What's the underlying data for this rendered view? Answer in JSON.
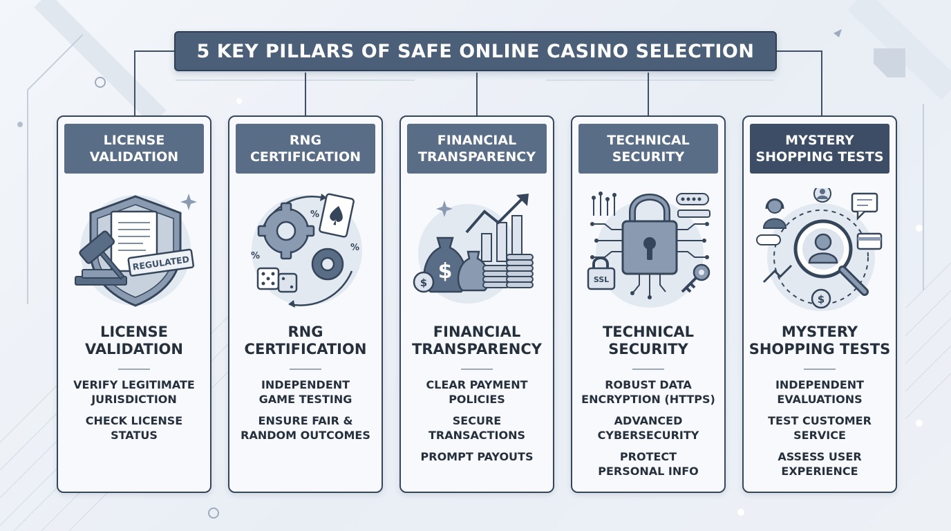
{
  "title": "5 KEY PILLARS OF SAFE ONLINE CASINO SELECTION",
  "colors": {
    "banner": "#4b5f78",
    "header": "#5a6d86",
    "header_dark": "#3c4d65",
    "outline": "#35455a",
    "icon_fill": "#8a9ab0",
    "icon_light": "#dde4ee",
    "background": "#eef2f7"
  },
  "pillars": [
    {
      "header": "LICENSE\nVALIDATION",
      "icon": "shield-gavel-regulated-icon",
      "badge": "REGULATED",
      "title": "LICENSE\nVALIDATION",
      "points": [
        "VERIFY LEGITIMATE\nJURISDICTION",
        "CHECK LICENSE\nSTATUS"
      ]
    },
    {
      "header": "RNG\nCERTIFICATION",
      "icon": "gears-cards-dice-icon",
      "title": "RNG\nCERTIFICATION",
      "points": [
        "INDEPENDENT\nGAME TESTING",
        "ENSURE FAIR &\nRANDOM OUTCOMES"
      ]
    },
    {
      "header": "FINANCIAL\nTRANSPARENCY",
      "icon": "money-bags-chart-icon",
      "title": "FINANCIAL\nTRANSPARENCY",
      "points": [
        "CLEAR PAYMENT\nPOLICIES",
        "SECURE\nTRANSACTIONS",
        "PROMPT PAYOUTS"
      ]
    },
    {
      "header": "TECHNICAL\nSECURITY",
      "icon": "padlock-circuit-icon",
      "badge": "SSL",
      "title": "TECHNICAL\nSECURITY",
      "points": [
        "ROBUST DATA\nENCRYPTION (HTTPS)",
        "ADVANCED\nCYBERSECURITY",
        "PROTECT\nPERSONAL INFO"
      ]
    },
    {
      "header": "MYSTERY\nSHOPPING TESTS",
      "icon": "magnifier-user-icon",
      "title": "MYSTERY\nSHOPPING TESTS",
      "points": [
        "INDEPENDENT\nEVALUATIONS",
        "TEST CUSTOMER\nSERVICE",
        "ASSESS USER\nEXPERIENCE"
      ]
    }
  ]
}
